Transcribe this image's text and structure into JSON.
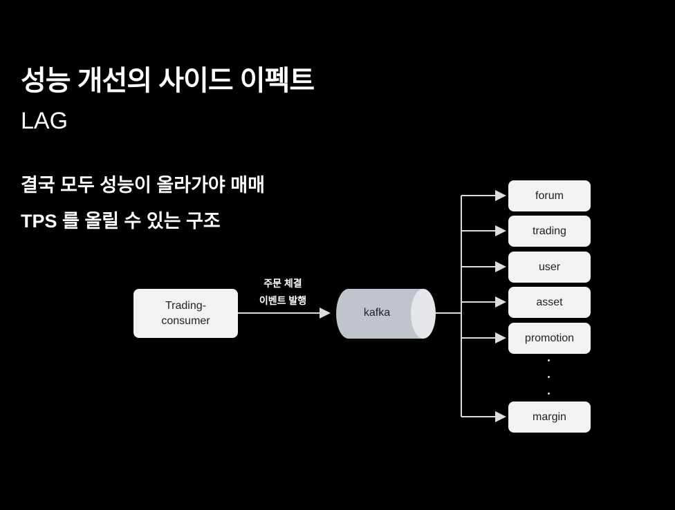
{
  "slide": {
    "title": "성능 개선의 사이드 이펙트",
    "subtitle": "LAG",
    "body_lines": [
      "결국 모두 성능이 올라가야 매매",
      "TPS 를 올릴 수 있는 구조"
    ]
  },
  "diagram": {
    "producer": {
      "line1": "Trading-",
      "line2": "consumer"
    },
    "edge_label": {
      "line1": "주문 체결",
      "line2": "이벤트 발행"
    },
    "broker": "kafka",
    "consumers": [
      "forum",
      "trading",
      "user",
      "asset",
      "promotion",
      "margin"
    ],
    "colors": {
      "box": "#f2f2f2",
      "cylinder": "#c0c4cc",
      "cylinder_cap": "#e4e6ea",
      "line": "#dddddd"
    }
  }
}
